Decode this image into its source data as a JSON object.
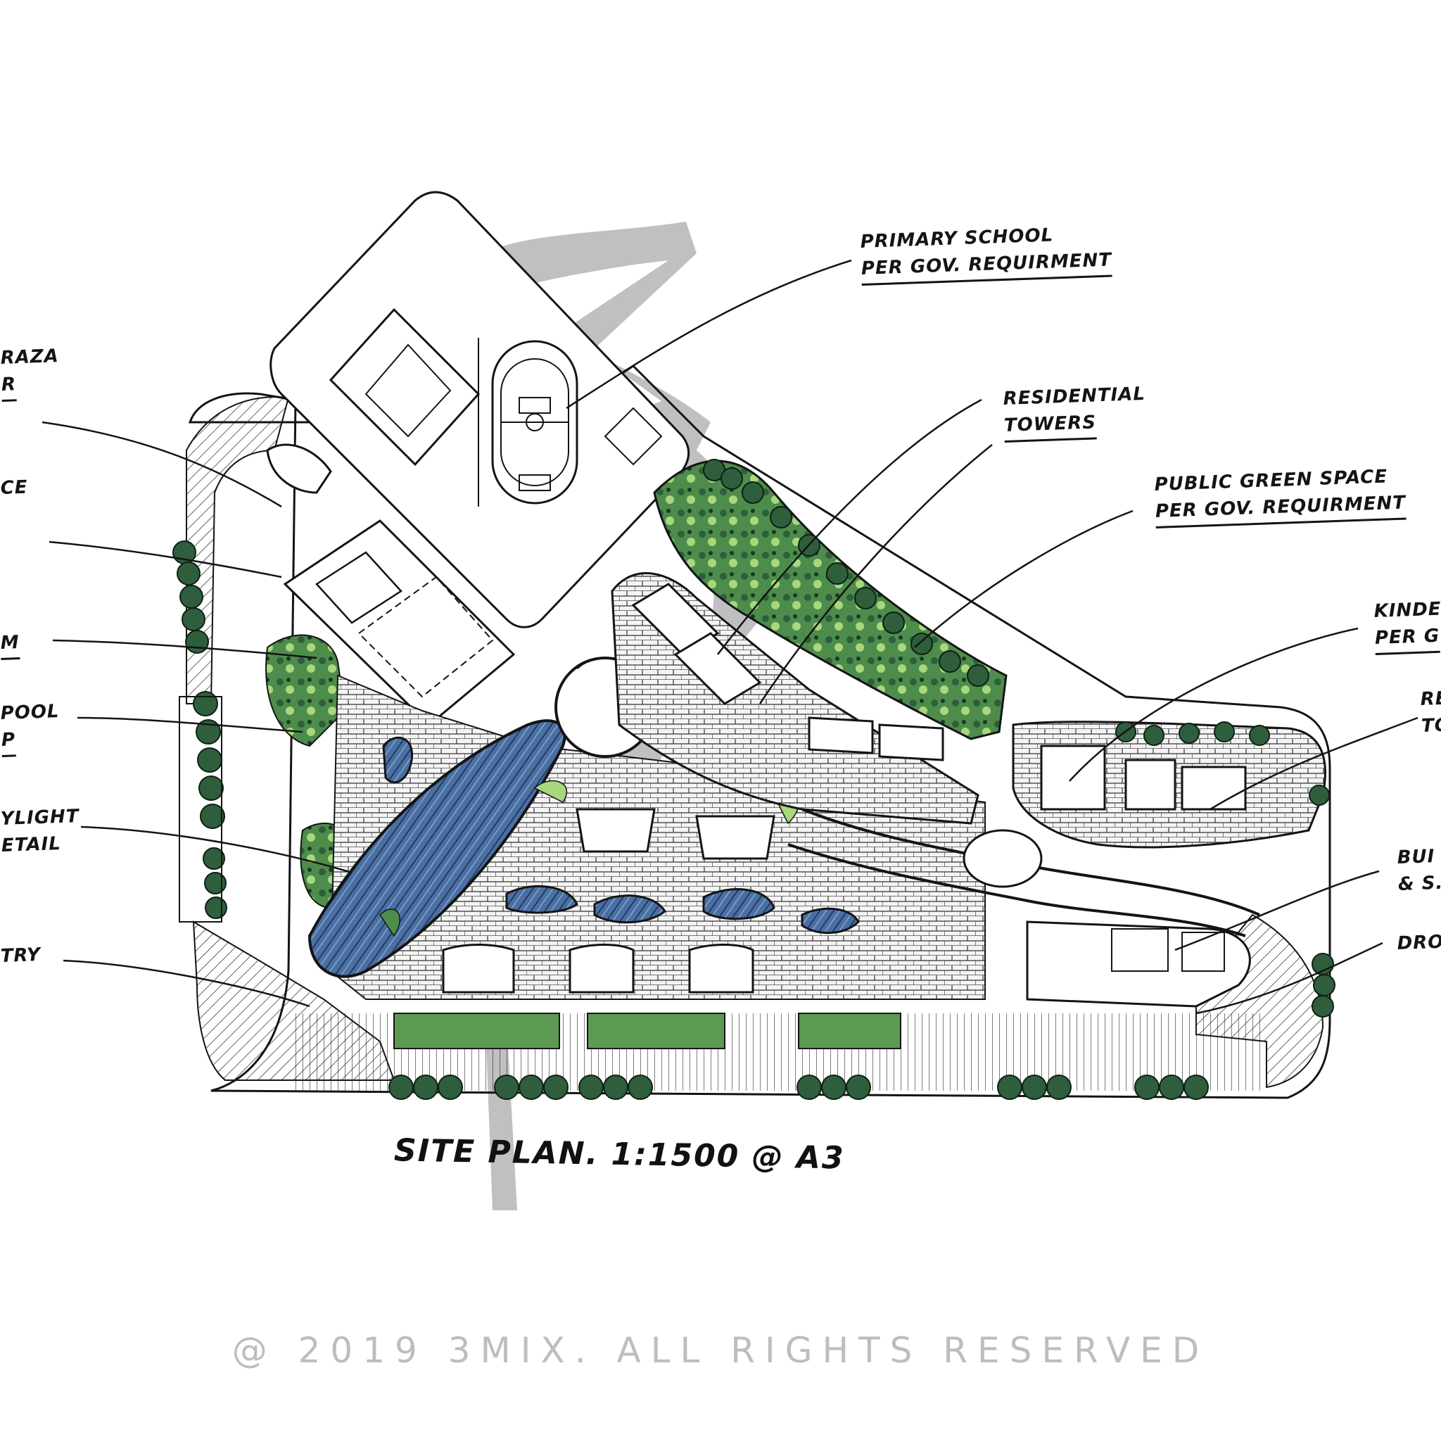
{
  "labels": {
    "primary_school": [
      "PRIMARY SCHOOL",
      "PER GOV. REQUIRMENT"
    ],
    "residential_towers_top": [
      "RESIDENTIAL",
      "TOWERS"
    ],
    "public_green": [
      "PUBLIC GREEN SPACE",
      "PER GOV. REQUIRMENT"
    ],
    "kindergarten": [
      "KINDE",
      "PER G"
    ],
    "residential_right": [
      "RE",
      "TO"
    ],
    "bottom_right": [
      "BUI",
      "& S."
    ],
    "drop": [
      "DROP"
    ],
    "left_plaza": [
      "RAZA",
      "R"
    ],
    "left_space": [
      "CE"
    ],
    "left_m": [
      "M"
    ],
    "left_pool": [
      "POOL",
      "P"
    ],
    "left_skylight": [
      "YLIGHT",
      "ETAIL"
    ],
    "left_entry": [
      "TRY"
    ]
  },
  "title": "SITE PLAN. 1:1500 @ A3",
  "copyright": "@ 2019 3MIX. ALL RIGHTS RESERVED",
  "watermark": "3mix-watermark",
  "colors": {
    "ink": "#141414",
    "green_dark": "#2f5e3c",
    "green_mid": "#5c9a52",
    "green_light": "#a8d77d",
    "blue": "#3d5f8f",
    "watermark": "#8c8c8c",
    "copyright": "#bdbdbd"
  }
}
